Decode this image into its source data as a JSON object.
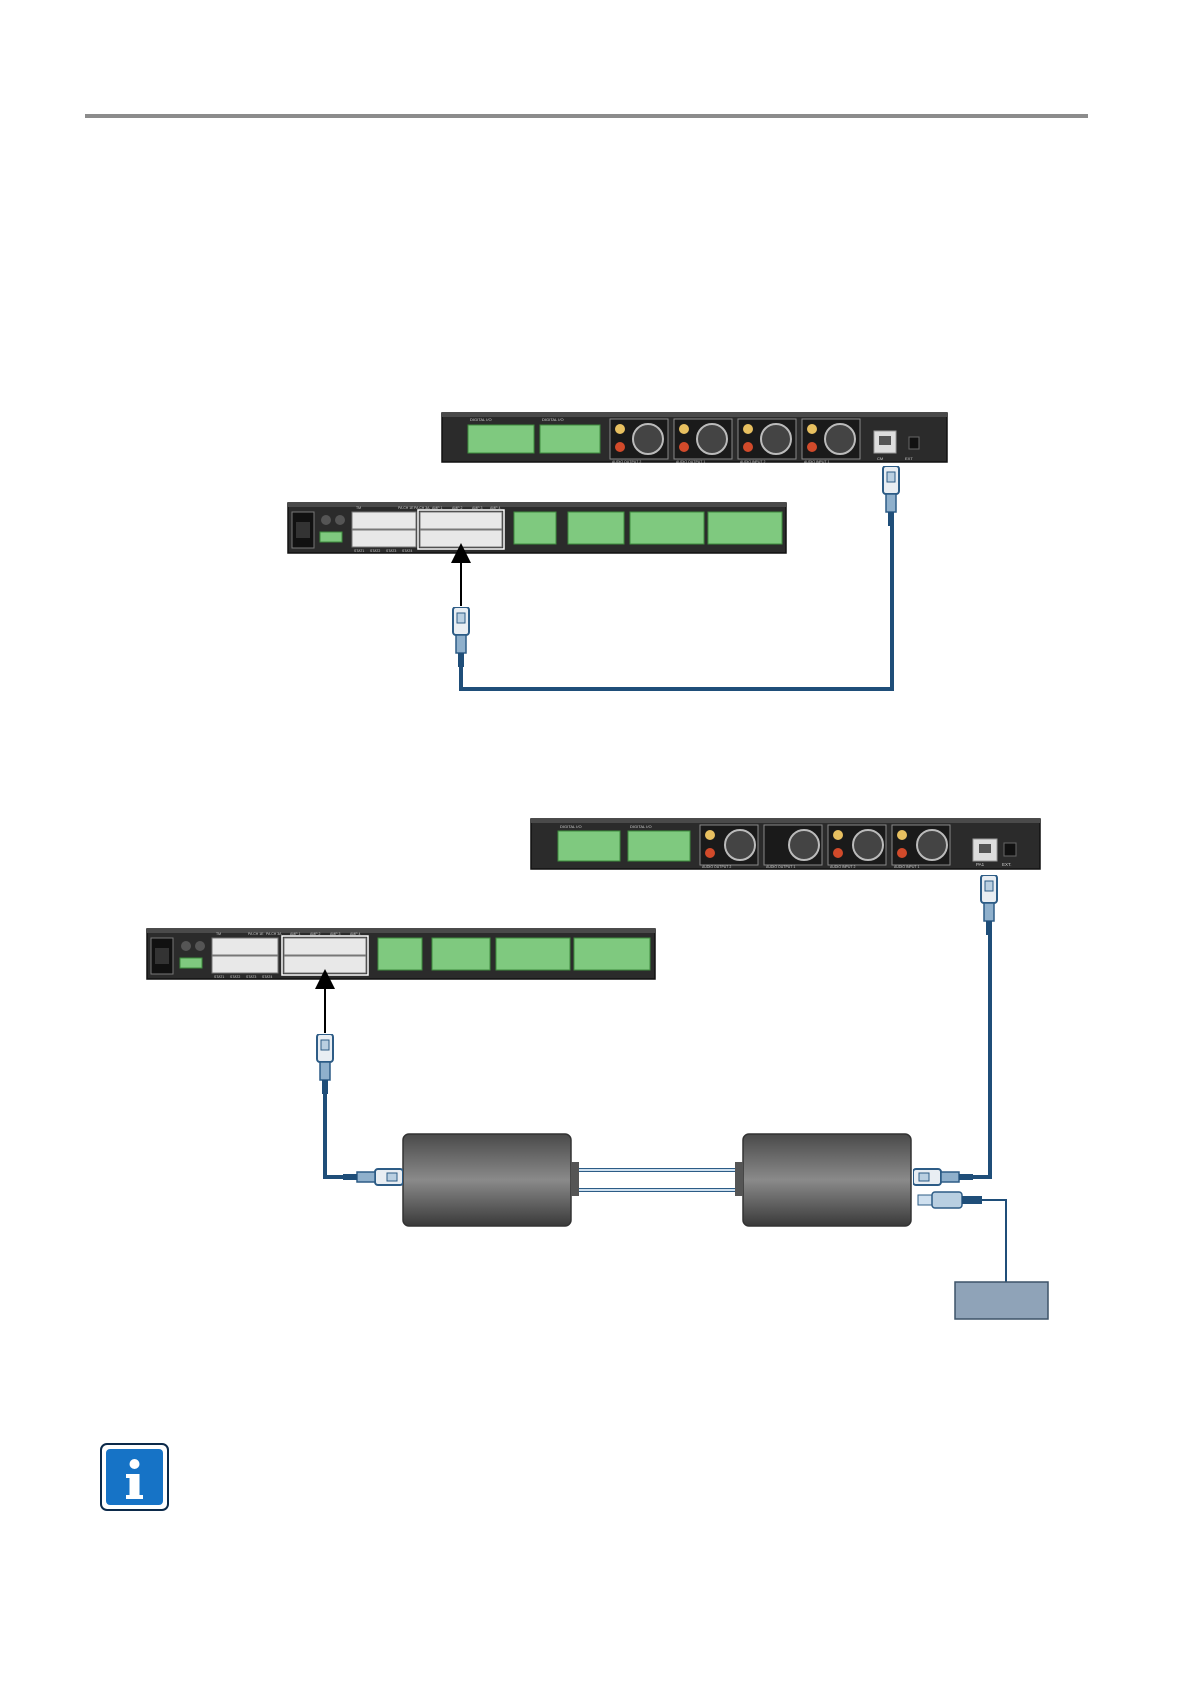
{
  "diagram1": {
    "amplifier_panel": {
      "group_labels": [
        "DIGITAL I/O",
        "DIGITAL I/O",
        "AUDIO OUTPUT 2",
        "AUDIO OUTPUT 1",
        "AUDIO INPUT 2",
        "AUDIO INPUT 1"
      ],
      "port_labels": [
        "CM",
        "EXT"
      ]
    },
    "controller_panel": {
      "port_labels": [
        "TM",
        "PA CH 1E",
        "PA CH 3A",
        "AMP 1",
        "AMP 2",
        "AMP 3",
        "AMP 4",
        "STAT1",
        "STAT2",
        "STAT3",
        "STAT4"
      ]
    }
  },
  "diagram2": {
    "amplifier_panel": {
      "group_labels": [
        "DIGITAL I/O",
        "DIGITAL I/O",
        "AUDIO OUTPUT 2",
        "AUDIO OUTPUT 1",
        "AUDIO INPUT 2",
        "AUDIO INPUT 1"
      ],
      "port_labels": [
        "PA1",
        "EXT."
      ]
    },
    "controller_panel": {
      "port_labels": [
        "TM",
        "PA CH 1E",
        "PA CH 3A",
        "AMP 1",
        "AMP 2",
        "AMP 3",
        "AMP 4",
        "STAT1",
        "STAT2",
        "STAT3",
        "STAT4"
      ]
    }
  },
  "colors": {
    "cable": "#1f4e79",
    "terminal_green": "#7fc97f",
    "panel": "#2b2b2b",
    "info_blue": "#1673c6",
    "rule_gray": "#8c8c8c"
  },
  "icons": [
    "rj45-plug-icon",
    "arrow-up-icon",
    "info-icon"
  ]
}
